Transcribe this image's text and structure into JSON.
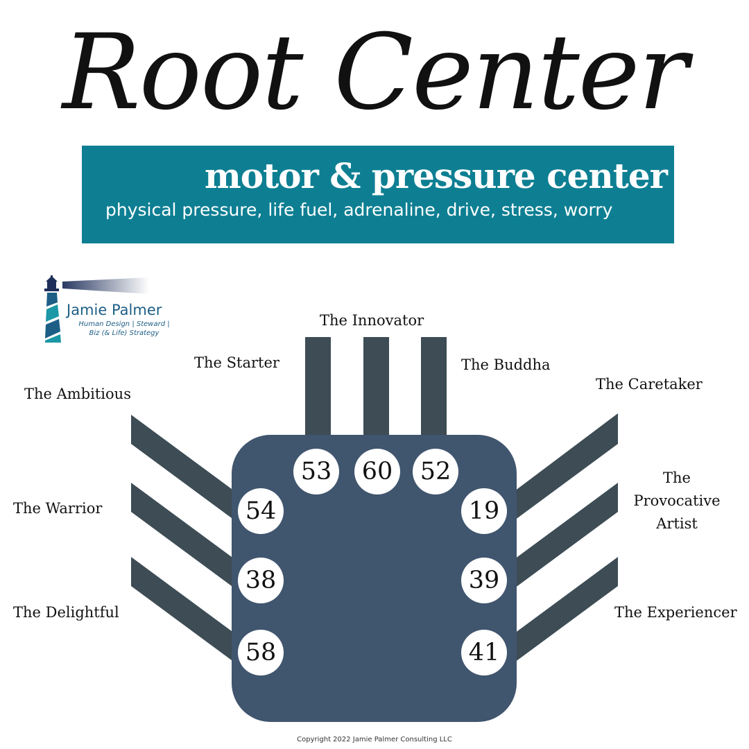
{
  "header": {
    "title": "Root Center",
    "subtitle": "motor & pressure center",
    "keywords": "physical pressure, life fuel, adrenaline, drive, stress, worry"
  },
  "logo": {
    "icon": "lighthouse-icon",
    "brand": "Jamie Palmer",
    "tagline_1": "Human Design | Steward |",
    "tagline_2": "Biz (& Life) Strategy"
  },
  "gates": {
    "top": [
      {
        "number": "53",
        "label": "The Starter"
      },
      {
        "number": "60",
        "label": "The Innovator"
      },
      {
        "number": "52",
        "label": "The Buddha"
      }
    ],
    "left": [
      {
        "number": "54",
        "label": "The Ambitious"
      },
      {
        "number": "38",
        "label": "The Warrior"
      },
      {
        "number": "58",
        "label": "The Delightful"
      }
    ],
    "right": [
      {
        "number": "19",
        "label": "The Caretaker"
      },
      {
        "number": "39",
        "label_lines": [
          "The",
          "Provocative",
          "Artist"
        ]
      },
      {
        "number": "41",
        "label": "The Experiencer"
      }
    ]
  },
  "colors": {
    "banner": "#0e7f93",
    "center": "#40556e",
    "channel": "#3d4c55",
    "logo_blue": "#1c5e86",
    "logo_teal": "#1b97a6"
  },
  "footer": {
    "copyright": "Copyright 2022 Jamie Palmer Consulting LLC"
  }
}
